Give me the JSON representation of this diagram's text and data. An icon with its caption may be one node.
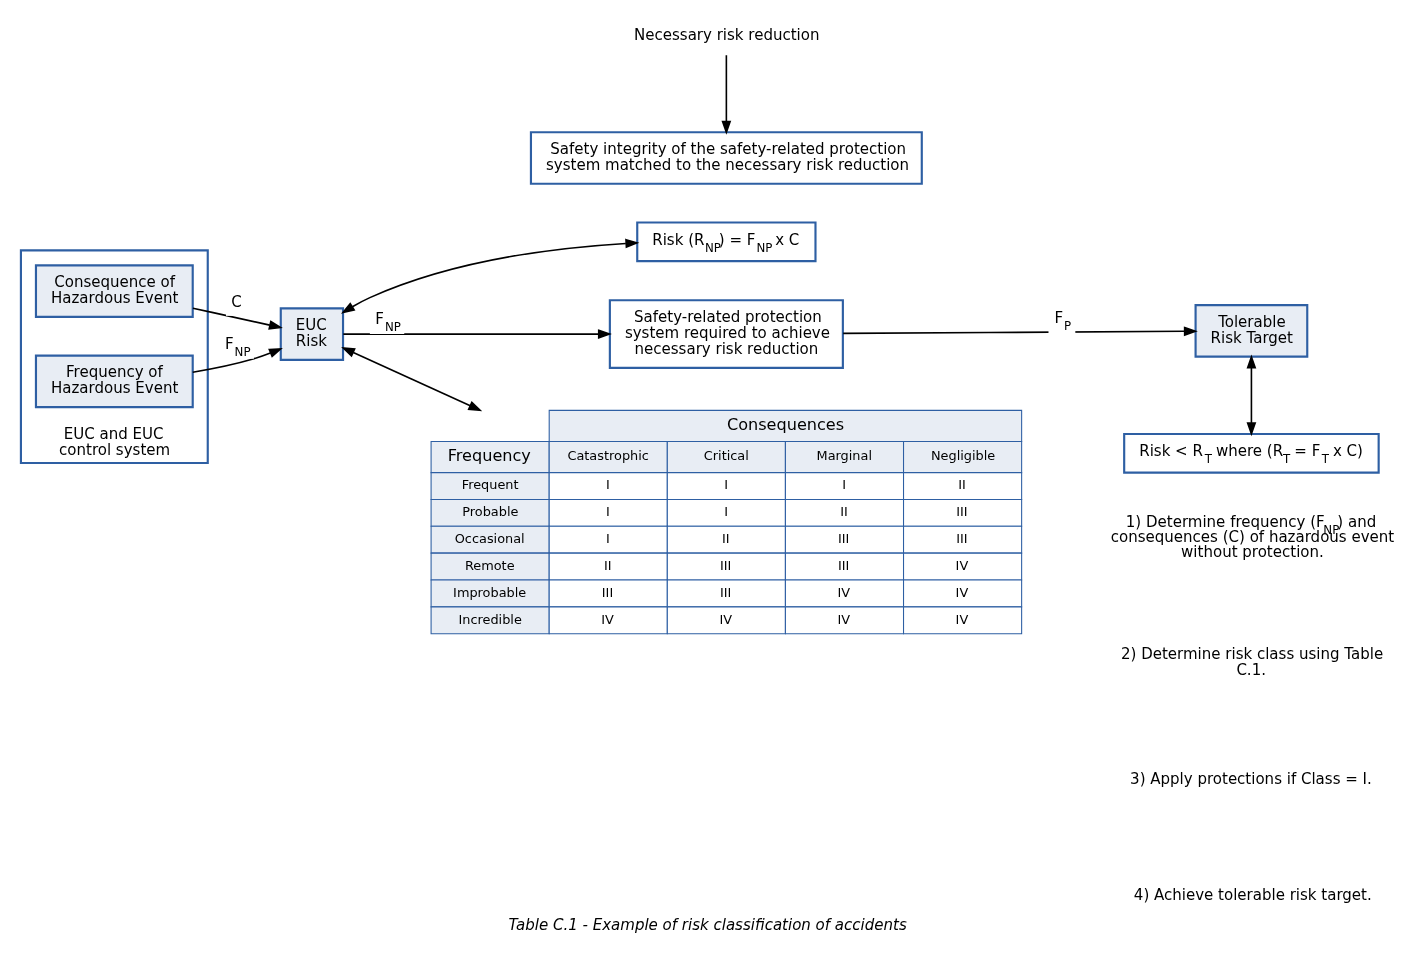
{
  "diagram": {
    "caption": "Table C.1 - Example of risk classification of accidents",
    "nodes": [
      {
        "text": [
          "EUC and EUC control system"
        ]
      },
      {
        "text": [
          "Consequence of Hazardous Event"
        ],
        "in": 0
      },
      {
        "text": [
          "Frequency of Hazardous Event"
        ],
        "in": 0
      },
      {
        "text": [
          "EUC Risk"
        ]
      },
      {
        "text": [
          "Risk (R$_{NP}$) = F$_{NP}$ x C"
        ]
      },
      {
        "text": [
          "Risk < R$_{T}$ where (R$_{T}$ = F$_{T}$ x C)"
        ]
      },
      {
        "text": [
          "Safety-related protection system required to achieve necessary risk reduction"
        ]
      },
      {
        "text": [
          "Tolerable Risk Target"
        ]
      },
      {
        "text": [
          "Necessary risk reduction"
        ]
      },
      {
        "text": [
          "Safety integrity of the safety-related protection system matched to the necessary risk reduction"
        ]
      },
      {
        "text": [
          "Consequences",
          "Frequency",
          "Catastrophic",
          "Critical",
          "Marginal",
          "Negligible",
          "Frequent",
          "I",
          "I",
          "I",
          "II",
          "Probable",
          "I",
          "I",
          "II",
          "III",
          "Occasional",
          "I",
          "II",
          "III",
          "III",
          "Remote",
          "II",
          "III",
          "III",
          "IV",
          "Improbable",
          "III",
          "III",
          "IV",
          "IV",
          "Incredible",
          "IV",
          "IV",
          "IV",
          "IV"
        ]
      }
    ],
    "edges": [
      {
        "from": 1,
        "to": 3,
        "arrow": "to",
        "label": "C"
      },
      {
        "from": 2,
        "to": 3,
        "arrow": "to",
        "label": "F$_{NP}$"
      },
      {
        "from": 3,
        "to": 4,
        "arrow": "both"
      },
      {
        "from": 3,
        "to": 6,
        "arrow": "to",
        "label": "F$_{NP}$"
      },
      {
        "from": 6,
        "to": 7,
        "arrow": "to",
        "label": "F$_{P}$"
      },
      {
        "from": 7,
        "to": 5,
        "arrow": "both"
      },
      {
        "from": 8,
        "to": 9,
        "arrow": "to"
      },
      {
        "from": 3,
        "to": 10,
        "arrow": "both"
      }
    ],
    "labels": [
      "1) Determine frequency (F$_{NP}$) and consequences (C) of hazardous event without protection.",
      "2) Determine risk class using Table C.1.",
      "3) Apply protections if Class = I.",
      "4) Achieve tolerable risk target."
    ]
  }
}
